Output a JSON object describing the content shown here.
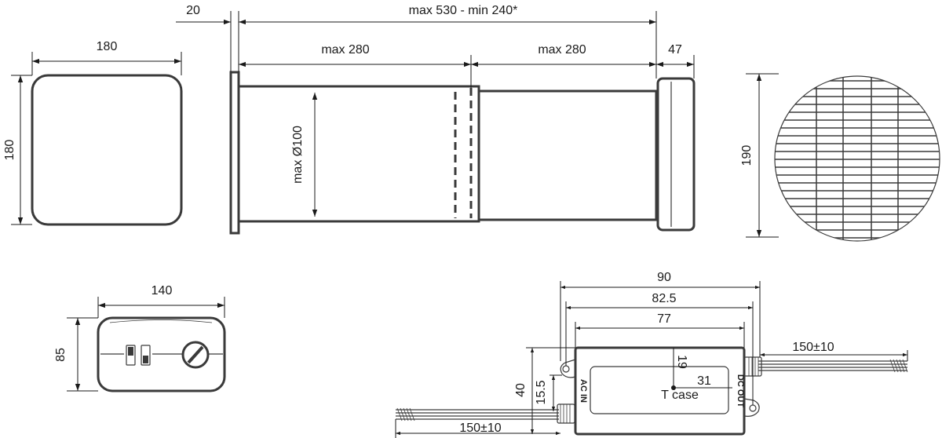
{
  "views": {
    "front_panel": {
      "width_label": "180",
      "height_label": "180"
    },
    "side_view": {
      "wall_plate_label": "20",
      "total_length_label": "max 530 - min 240*",
      "tube_left_label": "max 280",
      "tube_right_label": "max 280",
      "cap_label": "47",
      "diameter_label": "max  Ø100"
    },
    "grille_view": {
      "diameter_label": "190"
    },
    "control_panel": {
      "width_label": "140",
      "height_label": "85"
    },
    "power_supply": {
      "overall_label": "90",
      "mount_label": "82.5",
      "body_label": "77",
      "height_label": "40",
      "offset_label": "15.5",
      "top_offset_label": "19",
      "case_temp_label": "31",
      "case_name_label": "T case",
      "cable_right_label": "150±10",
      "cable_left_label": "150±10",
      "ac_in_label": "AC IN",
      "dc_out_label": "DC OUT"
    }
  }
}
